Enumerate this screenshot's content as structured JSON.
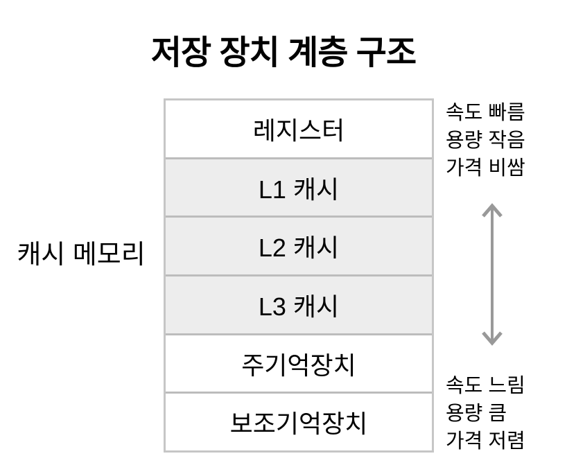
{
  "title": "저장 장치 계층 구조",
  "diagram": {
    "layers": [
      {
        "label": "레지스터",
        "highlight": false
      },
      {
        "label": "L1 캐시",
        "highlight": true
      },
      {
        "label": "L2 캐시",
        "highlight": true
      },
      {
        "label": "L3 캐시",
        "highlight": true
      },
      {
        "label": "주기억장치",
        "highlight": false
      },
      {
        "label": "보조기억장치",
        "highlight": false
      }
    ],
    "side_label": "캐시 메모리"
  },
  "annotations": {
    "top": [
      "속도 빠름",
      "용량 작음",
      "가격 비쌈"
    ],
    "bottom": [
      "속도 느림",
      "용량 큼",
      "가격 저렴"
    ],
    "arrow_icon": "double-headed-vertical-arrow"
  },
  "colors": {
    "text": "#000000",
    "box_border": "#bcbcbc",
    "outer_border": "#c6c6c6",
    "cache_fill": "#ededed",
    "plain_fill": "#ffffff",
    "arrow": "#999999"
  }
}
